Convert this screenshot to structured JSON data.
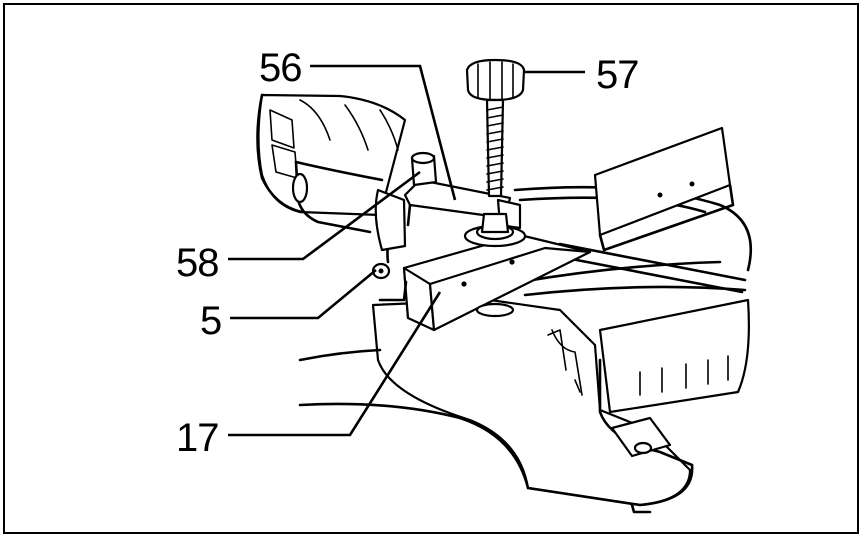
{
  "callouts": {
    "c56": "56",
    "c57": "57",
    "c58": "58",
    "c5": "5",
    "c17": "17"
  },
  "colors": {
    "ink": "#000000",
    "paper": "#ffffff"
  }
}
